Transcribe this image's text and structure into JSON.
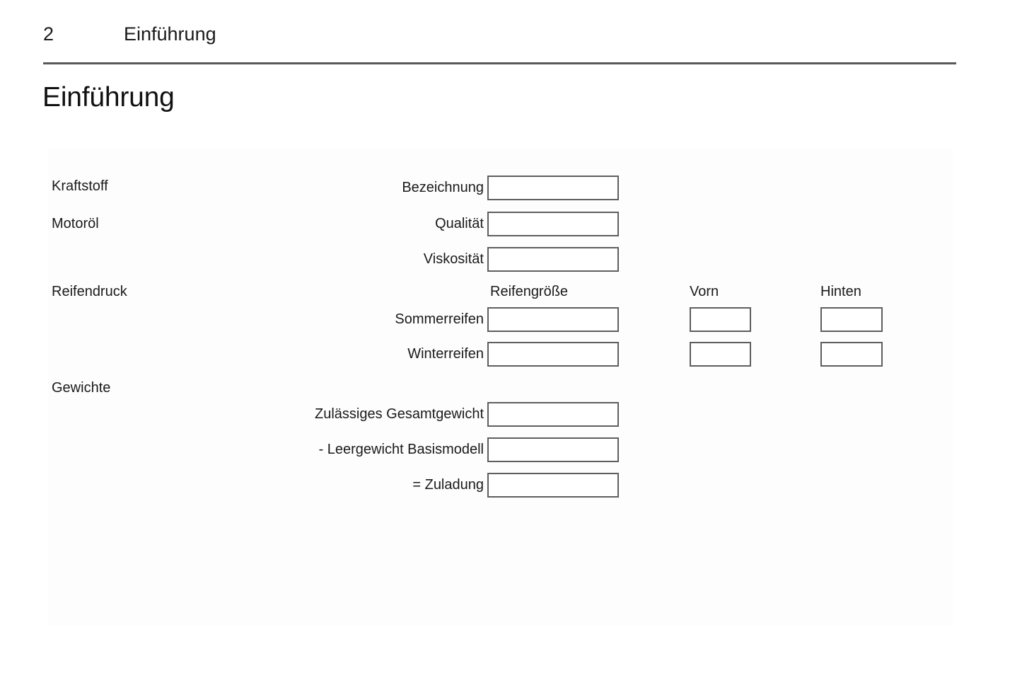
{
  "header": {
    "page_number": "2",
    "chapter": "Einführung"
  },
  "title": "Einführung",
  "sections": {
    "kraftstoff": {
      "label": "Kraftstoff",
      "rows": [
        {
          "label": "Bezeichnung",
          "value": ""
        }
      ]
    },
    "motoroel": {
      "label": "Motoröl",
      "rows": [
        {
          "label": "Qualität",
          "value": ""
        },
        {
          "label": "Viskosität",
          "value": ""
        }
      ]
    },
    "reifendruck": {
      "label": "Reifendruck",
      "columns": [
        {
          "label": "Reifengröße"
        },
        {
          "label": "Vorn"
        },
        {
          "label": "Hinten"
        }
      ],
      "rows": [
        {
          "label": "Sommerreifen",
          "size": "",
          "front": "",
          "rear": ""
        },
        {
          "label": "Winterreifen",
          "size": "",
          "front": "",
          "rear": ""
        }
      ]
    },
    "gewichte": {
      "label": "Gewichte",
      "rows": [
        {
          "label": "Zulässiges Gesamtgewicht",
          "value": ""
        },
        {
          "label": "- Leergewicht Basismodell",
          "value": ""
        },
        {
          "label": "= Zuladung",
          "value": ""
        }
      ]
    }
  },
  "colors": {
    "text": "#1a1a1a",
    "rule": "#58595b",
    "box_border": "#5d5e60",
    "panel_background": "#fdfdfe",
    "page_background": "#ffffff"
  }
}
